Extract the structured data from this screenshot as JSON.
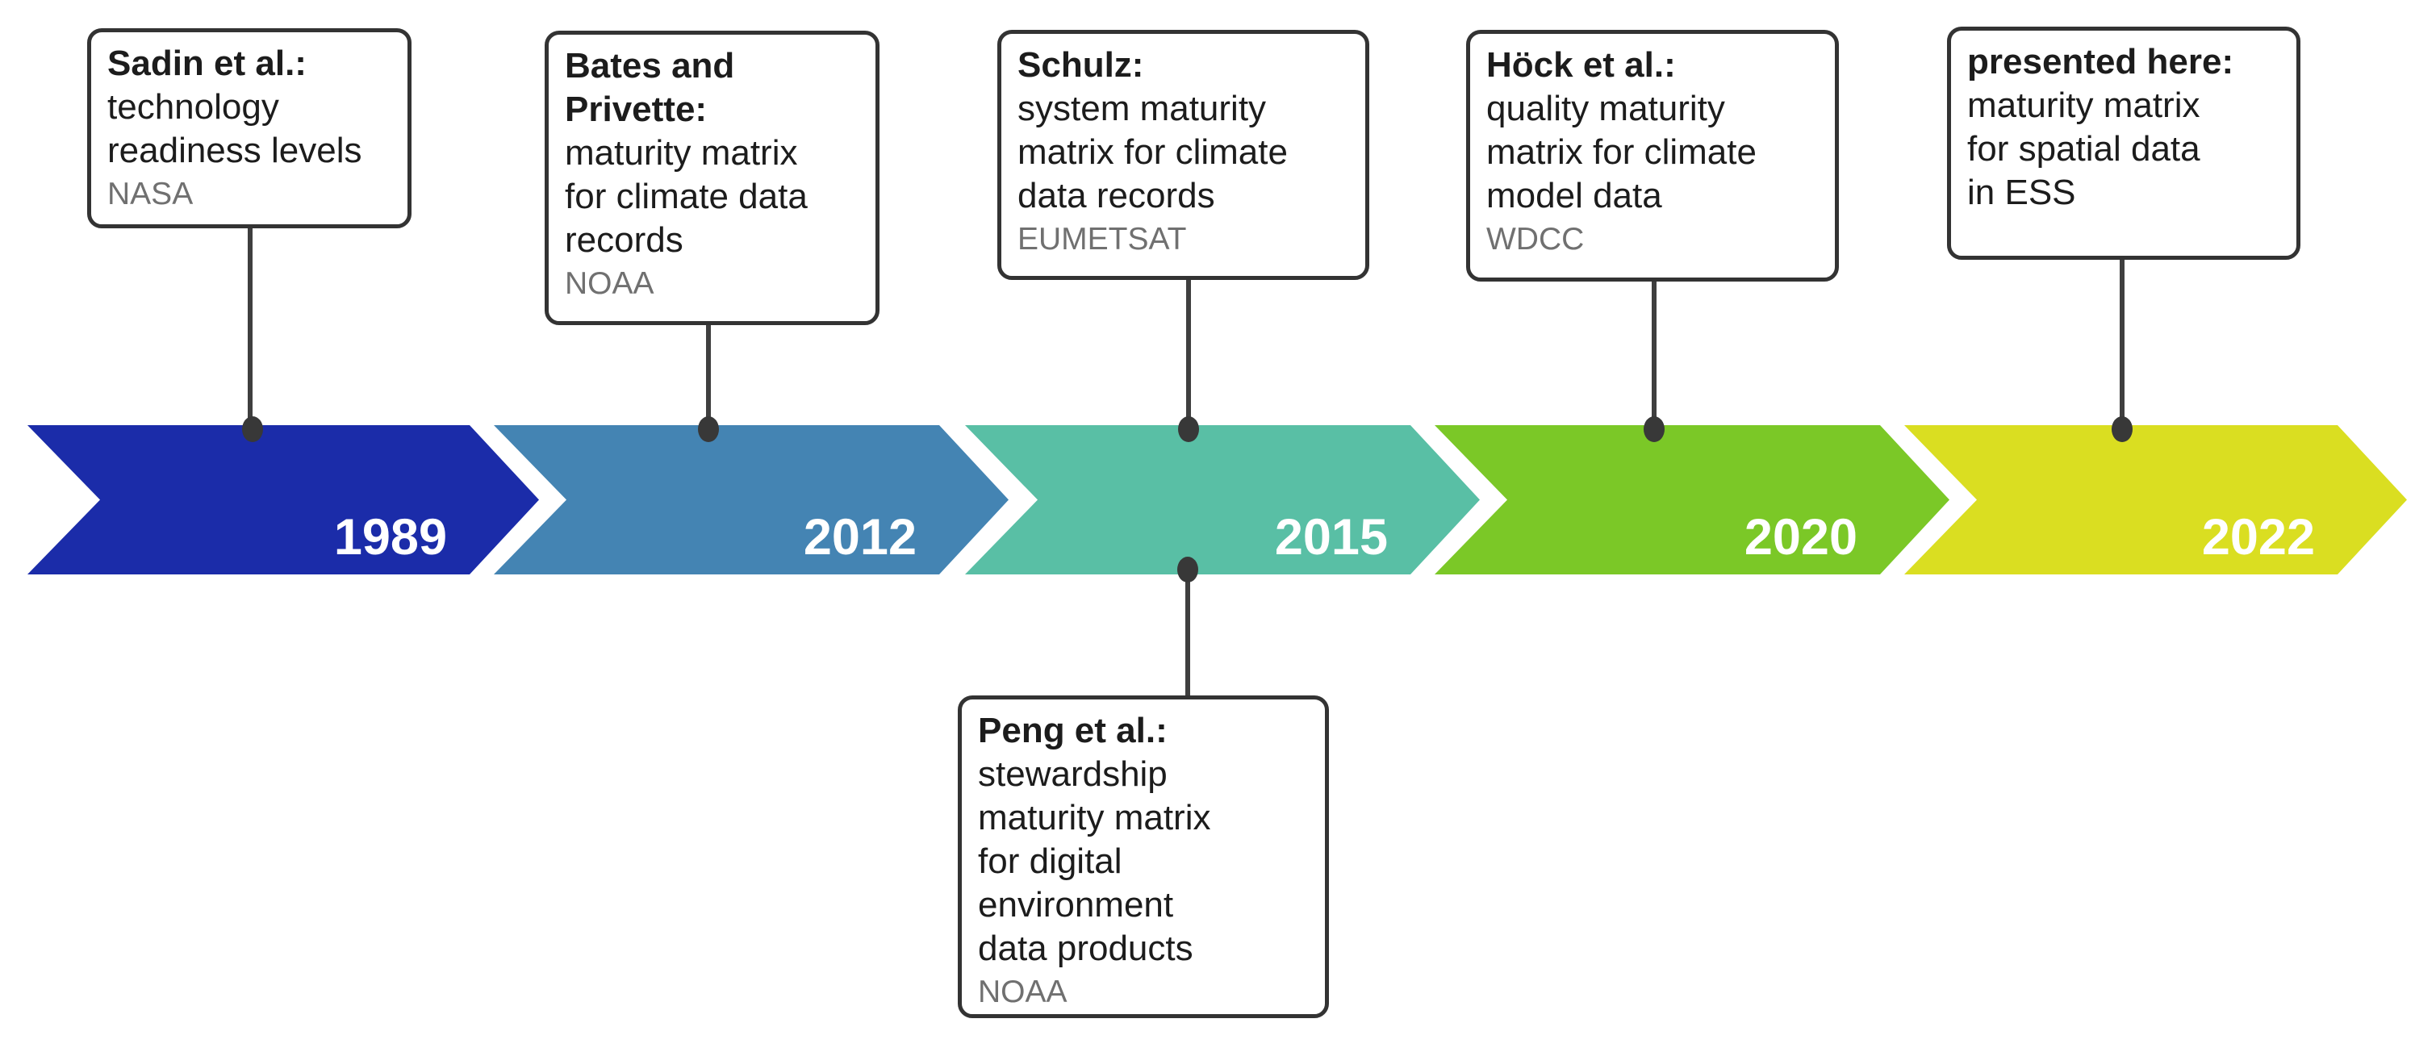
{
  "arrows": [
    {
      "year": "1989",
      "color": "#1B2CA9"
    },
    {
      "year": "2012",
      "color": "#4484B3"
    },
    {
      "year": "2015",
      "color": "#59BFA5"
    },
    {
      "year": "2020",
      "color": "#7BC827"
    },
    {
      "year": "2022",
      "color": "#DADE21"
    }
  ],
  "callouts": [
    {
      "id": "sadin",
      "anchor_year": "1989",
      "position": "above",
      "title_lines": [
        "Sadin et al.:"
      ],
      "body_lines": [
        "technology",
        "readiness levels"
      ],
      "org": "NASA"
    },
    {
      "id": "bates-privette",
      "anchor_year": "2012",
      "position": "above",
      "title_lines": [
        "Bates and",
        "Privette:"
      ],
      "body_lines": [
        "maturity matrix",
        "for climate data",
        "records"
      ],
      "org": "NOAA"
    },
    {
      "id": "schulz",
      "anchor_year": "2015",
      "position": "above",
      "title_lines": [
        "Schulz:"
      ],
      "body_lines": [
        "system maturity",
        "matrix for climate",
        "data records"
      ],
      "org": "EUMETSAT"
    },
    {
      "id": "hoeck",
      "anchor_year": "2020",
      "position": "above",
      "title_lines": [
        "Höck et al.:"
      ],
      "body_lines": [
        "quality maturity",
        "matrix for climate",
        "model data"
      ],
      "org": "WDCC"
    },
    {
      "id": "presented-here",
      "anchor_year": "2022",
      "position": "above",
      "title_lines": [
        "presented here:"
      ],
      "body_lines": [
        "maturity matrix",
        "for spatial data",
        "in ESS"
      ],
      "org": ""
    },
    {
      "id": "peng",
      "anchor_year": "2015",
      "position": "below",
      "title_lines": [
        "Peng et al.:"
      ],
      "body_lines": [
        "stewardship",
        "maturity matrix",
        "for digital",
        "environment",
        "data products"
      ],
      "org": "NOAA"
    }
  ],
  "colors": {
    "connector": "#3F3F3F",
    "box_border": "#333333",
    "text": "#1C1C1C",
    "org_text": "#707070",
    "year_text": "#FFFFFF",
    "background": "#FFFFFF"
  }
}
